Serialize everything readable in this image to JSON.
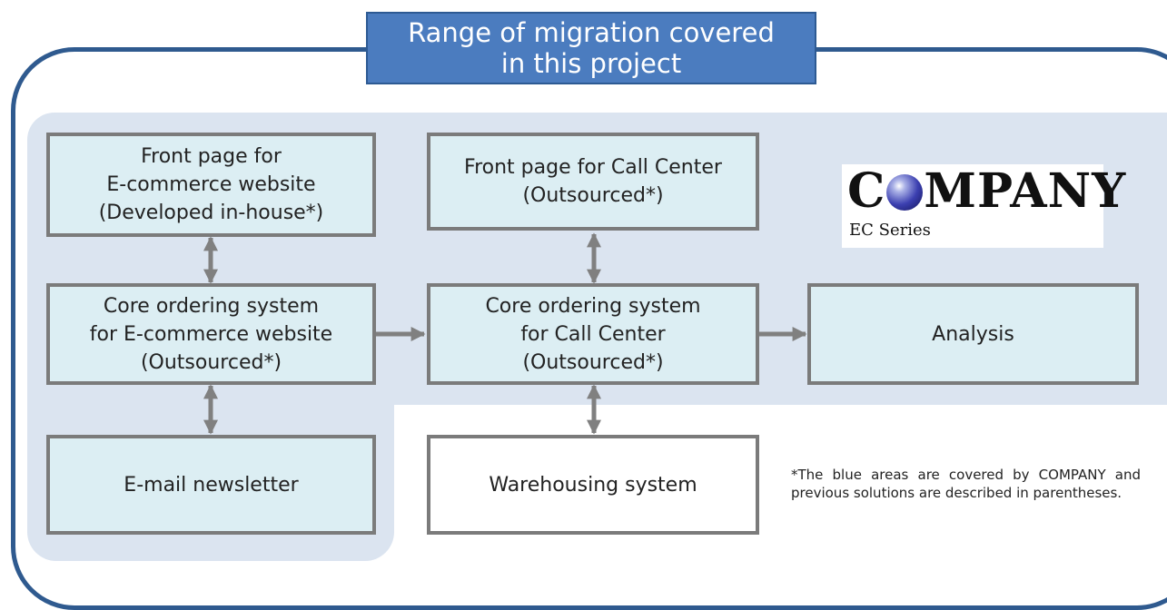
{
  "title": "Range of migration covered\nin this project",
  "nodes": {
    "front_ec": "Front page for\nE-commerce website\n(Developed in-house*)",
    "front_cc": "Front page for Call Center\n(Outsourced*)",
    "core_ec": "Core ordering system\nfor E-commerce website\n(Outsourced*)",
    "core_cc": "Core ordering system\nfor Call Center\n(Outsourced*)",
    "analysis": "Analysis",
    "newsletter": "E-mail newsletter",
    "warehouse": "Warehousing system"
  },
  "logo": {
    "word_prefix": "C",
    "word_suffix": "MPANY",
    "subtitle": "EC Series"
  },
  "footnote": "*The blue areas are covered by COMPANY and previous solutions are described in parentheses.",
  "colors": {
    "frame": "#2f5a8f",
    "scope_fill": "#dbe4f0",
    "banner_fill": "#4b7cbf",
    "node_fill": "#dceef3",
    "node_border": "#7b7b7b",
    "arrow": "#808080"
  }
}
